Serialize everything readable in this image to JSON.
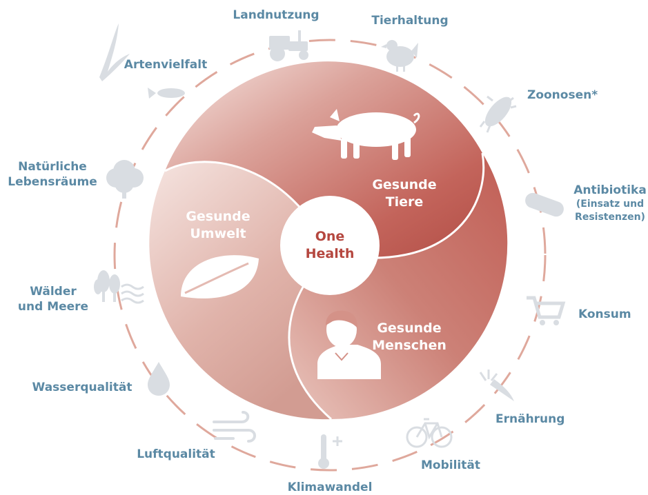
{
  "center": {
    "line1": "One",
    "line2": "Health"
  },
  "segments": {
    "tiere": {
      "line1": "Gesunde",
      "line2": "Tiere"
    },
    "umwelt": {
      "line1": "Gesunde",
      "line2": "Umwelt"
    },
    "menschen": {
      "line1": "Gesunde",
      "line2": "Menschen"
    }
  },
  "labels": {
    "landnutzung": "Landnutzung",
    "tierhaltung": "Tierhaltung",
    "zoonosen": "Zoonosen*",
    "antibiotika": "Antibiotika",
    "antibiotika_sub1": "(Einsatz und",
    "antibiotika_sub2": "Resistenzen)",
    "konsum": "Konsum",
    "ernaehrung": "Ernährung",
    "mobilitaet": "Mobilität",
    "klimawandel": "Klimawandel",
    "luftqualitaet": "Luftqualität",
    "wasserqualitaet": "Wasserqualität",
    "waelder1": "Wälder",
    "waelder2": "und Meere",
    "lebensraeume1": "Natürliche",
    "lebensraeume2": "Lebensräume",
    "artenvielfalt": "Artenvielfalt"
  },
  "icons": [
    "tractor-icon",
    "chicken-icon",
    "bacteria-icon",
    "pill-icon",
    "cart-icon",
    "carrot-icon",
    "bicycle-icon",
    "thermometer-icon",
    "wind-icon",
    "water-drop-icon",
    "forest-waves-icon",
    "tree-icon",
    "fish-icon",
    "seagull-icon",
    "pig-icon",
    "leaf-icon",
    "person-icon"
  ],
  "colors": {
    "label": "#5b89a4",
    "icon": "#d9dde2",
    "ring": "#dfa89c",
    "dark_red": "#b5473f",
    "mid_red": "#cf8a80",
    "light": "#f3e0dc"
  }
}
